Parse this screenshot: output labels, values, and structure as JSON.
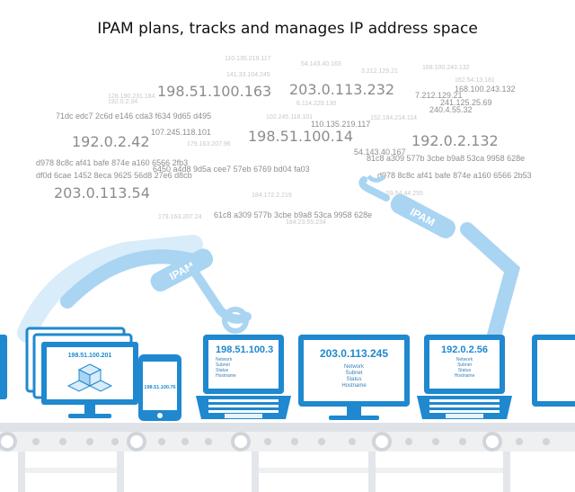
{
  "title": "IPAM plans, tracks and manages IP address space",
  "cloud_big": [
    "198.51.100.163",
    "203.0.113.232",
    "192.0.2.42",
    "198.51.100.14",
    "192.0.2.132",
    "203.0.113.54"
  ],
  "cloud_mid": [
    "71dc edc7 2c6d e146 cda3 f634 9d65 d495",
    "107.245.118.101",
    "d978 8c8c af41 bafe 874e a160 6566 2fb3",
    "df0d 6cae 1452 8eca 9625 56d8 27e6 d8cb",
    "6450 a4d8 9d5a cee7 57eb 6769 bd04 fa03",
    "110.135.219.117",
    "54.143.40.167",
    "d978 8c8c af41 bafe 874e a160 6566 2b53",
    "168.100.243.132",
    "7.212.129.21",
    "241.125.25.69",
    "81c8 a309 577b 3cbe b9a8 53ca 9958 628e",
    "240.4.55.32",
    "61c8 a309 577b 3cbe b9a8 53ca 9958 628e"
  ],
  "cloud_faint": [
    "54.143.40.163",
    "168.100.243.132",
    "6.114.229.130",
    "102.245.118.101",
    "192.0.2.34",
    "152.184.214.114",
    "179.163.207.96",
    "184.172.2.219",
    "110.135.219.117",
    "141.33.104.245",
    "3.212.129.21",
    "128.190.231.184",
    "179.163.207.24",
    "162.54.13.181",
    "59.54.44.255",
    "184.23.55.234"
  ],
  "robots": {
    "left_label": "IPAM",
    "right_label": "IPAM"
  },
  "devices": {
    "desktop_left": {
      "ip": "198.51.100.201"
    },
    "phone": {
      "ip": "198.51.100.76"
    },
    "laptop_1": {
      "ip": "198.51.100.3",
      "fields": [
        "Network",
        "Subnet",
        "Status",
        "Hostname"
      ]
    },
    "monitor_center": {
      "ip": "203.0.113.245",
      "fields": [
        "Network",
        "Subnet",
        "Status",
        "Hostname"
      ]
    },
    "laptop_2": {
      "ip": "192.0.2.56",
      "fields": [
        "Network",
        "Subnet",
        "Status",
        "Hostname"
      ]
    }
  },
  "colors": {
    "primary": "#1f88cf",
    "light": "#a9d4f2",
    "pale": "#d8ecfa",
    "belt": "#e3e6ea",
    "text_dark": "#111111"
  }
}
